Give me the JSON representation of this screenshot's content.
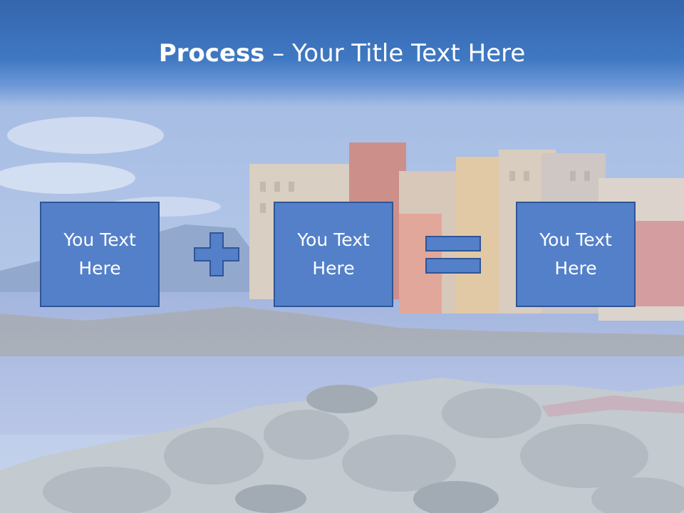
{
  "slide": {
    "title_bold": "Process",
    "title_rest": " – Your Title Text Here",
    "boxes": [
      {
        "text": "You Text Here"
      },
      {
        "text": "You Text Here"
      },
      {
        "text": "You Text Here"
      }
    ],
    "operators": [
      "plus-icon",
      "equals-icon"
    ],
    "colors": {
      "title_band": "#3566ad",
      "box_fill": "#5480c9",
      "box_border": "#2f5597",
      "text": "#ffffff"
    },
    "background": "faded coastal village photo"
  }
}
